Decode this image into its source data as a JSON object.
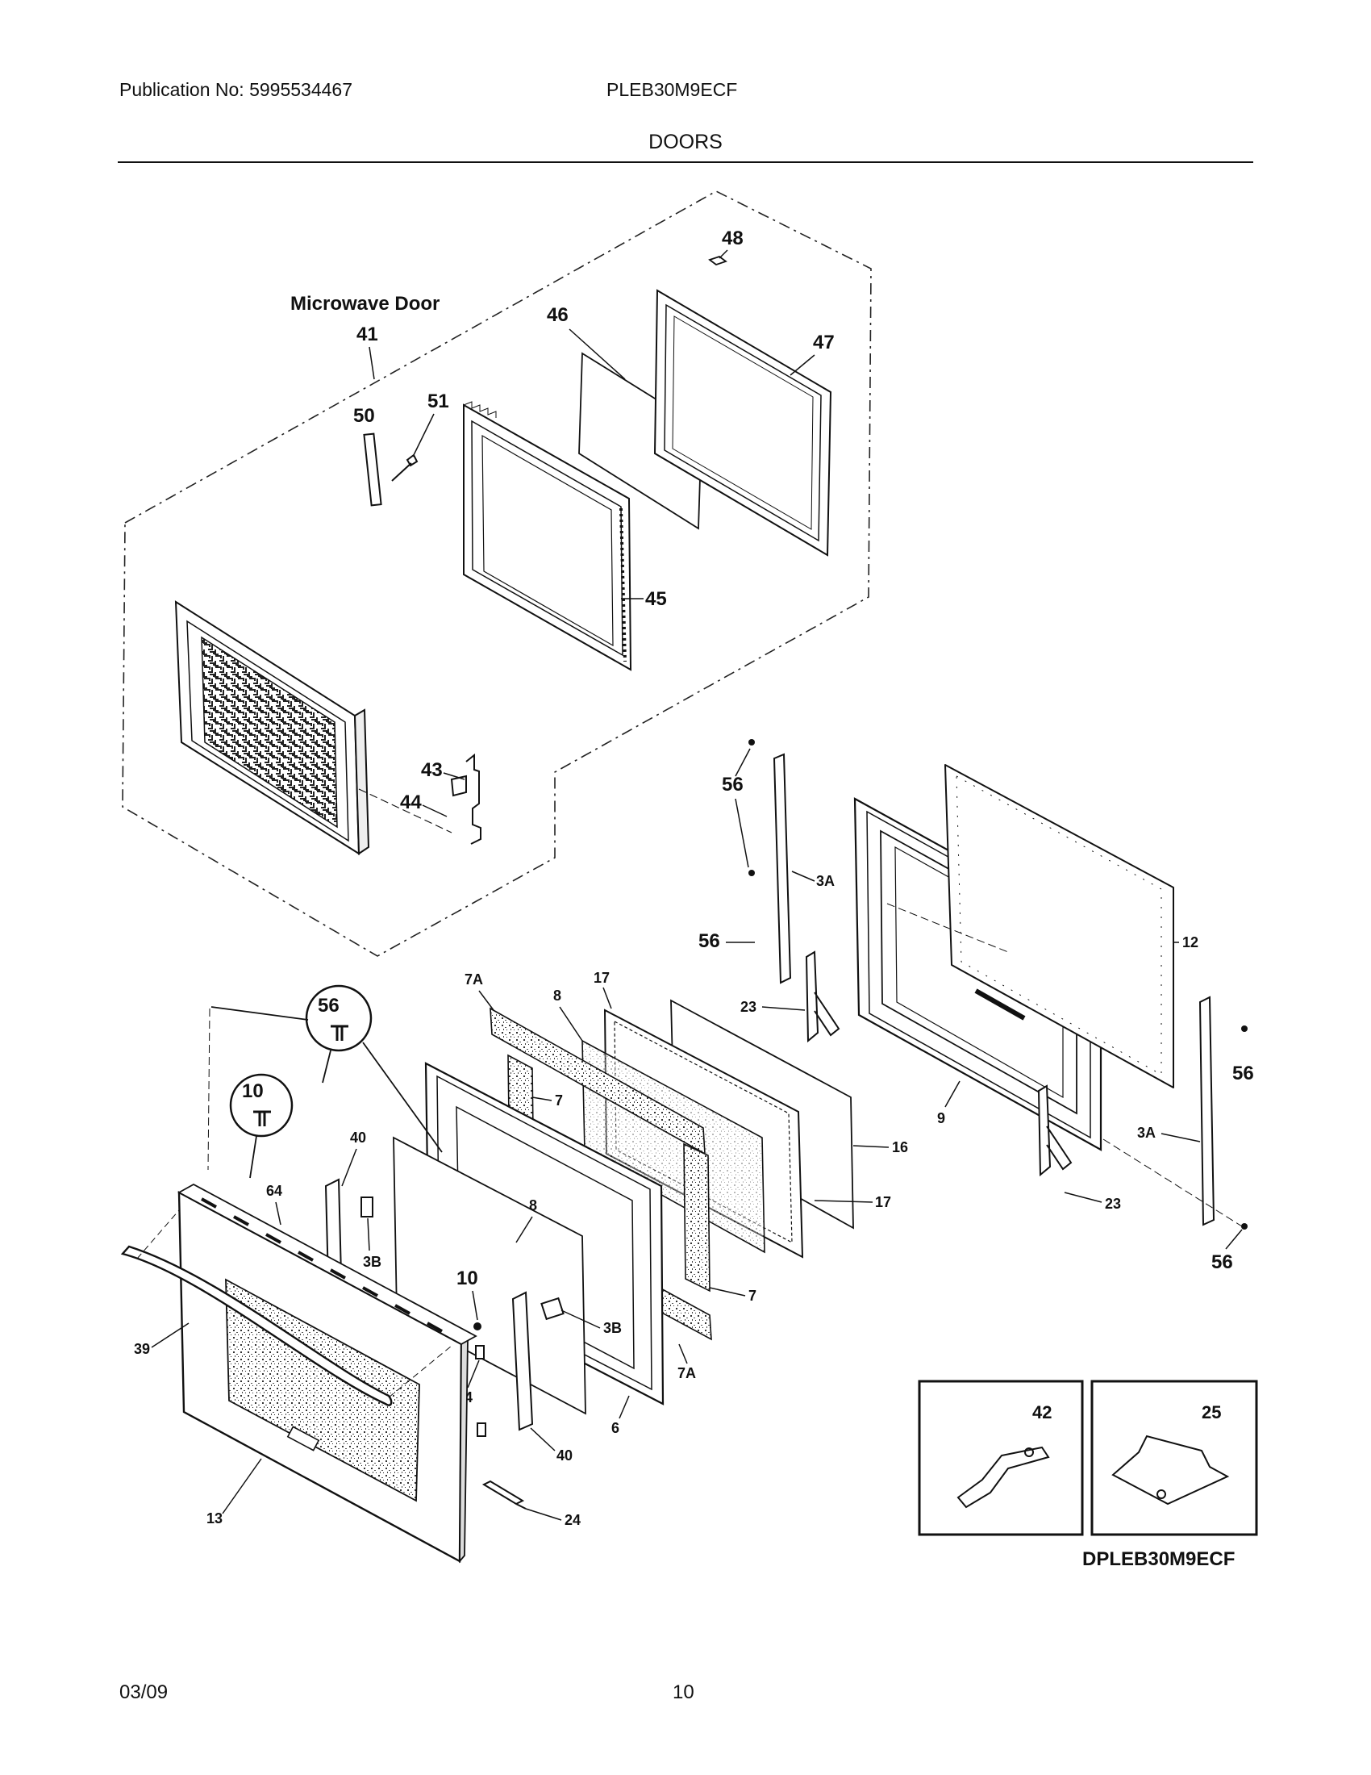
{
  "header": {
    "publication": "Publication No: 5995534467",
    "model": "PLEB30M9ECF",
    "section": "DOORS"
  },
  "footer": {
    "date": "03/09",
    "page": "10"
  },
  "diagram": {
    "group_title": "Microwave Door",
    "drawing_id": "DPLEB30M9ECF",
    "callouts": {
      "c48": "48",
      "c47": "47",
      "c46": "46",
      "c41": "41",
      "c50": "50",
      "c51": "51",
      "c45": "45",
      "c43": "43",
      "c44": "44",
      "c56a": "56",
      "c56b": "56",
      "c56c": "56",
      "c56d": "56",
      "c56e": "56",
      "c3Aa": "3A",
      "c3Ab": "3A",
      "c12": "12",
      "c9": "9",
      "c23a": "23",
      "c23b": "23",
      "c16": "16",
      "c17a": "17",
      "c17b": "17",
      "c7Aa": "7A",
      "c7Ab": "7A",
      "c8a": "8",
      "c8b": "8",
      "c7a": "7",
      "c7b": "7",
      "c10a": "10",
      "c10b": "10",
      "c40a": "40",
      "c40b": "40",
      "c64a": "64",
      "c64b": "64",
      "c3Ba": "3B",
      "c3Bb": "3B",
      "c39": "39",
      "c13": "13",
      "c24": "24",
      "c6": "6",
      "c42": "42",
      "c25": "25"
    }
  }
}
